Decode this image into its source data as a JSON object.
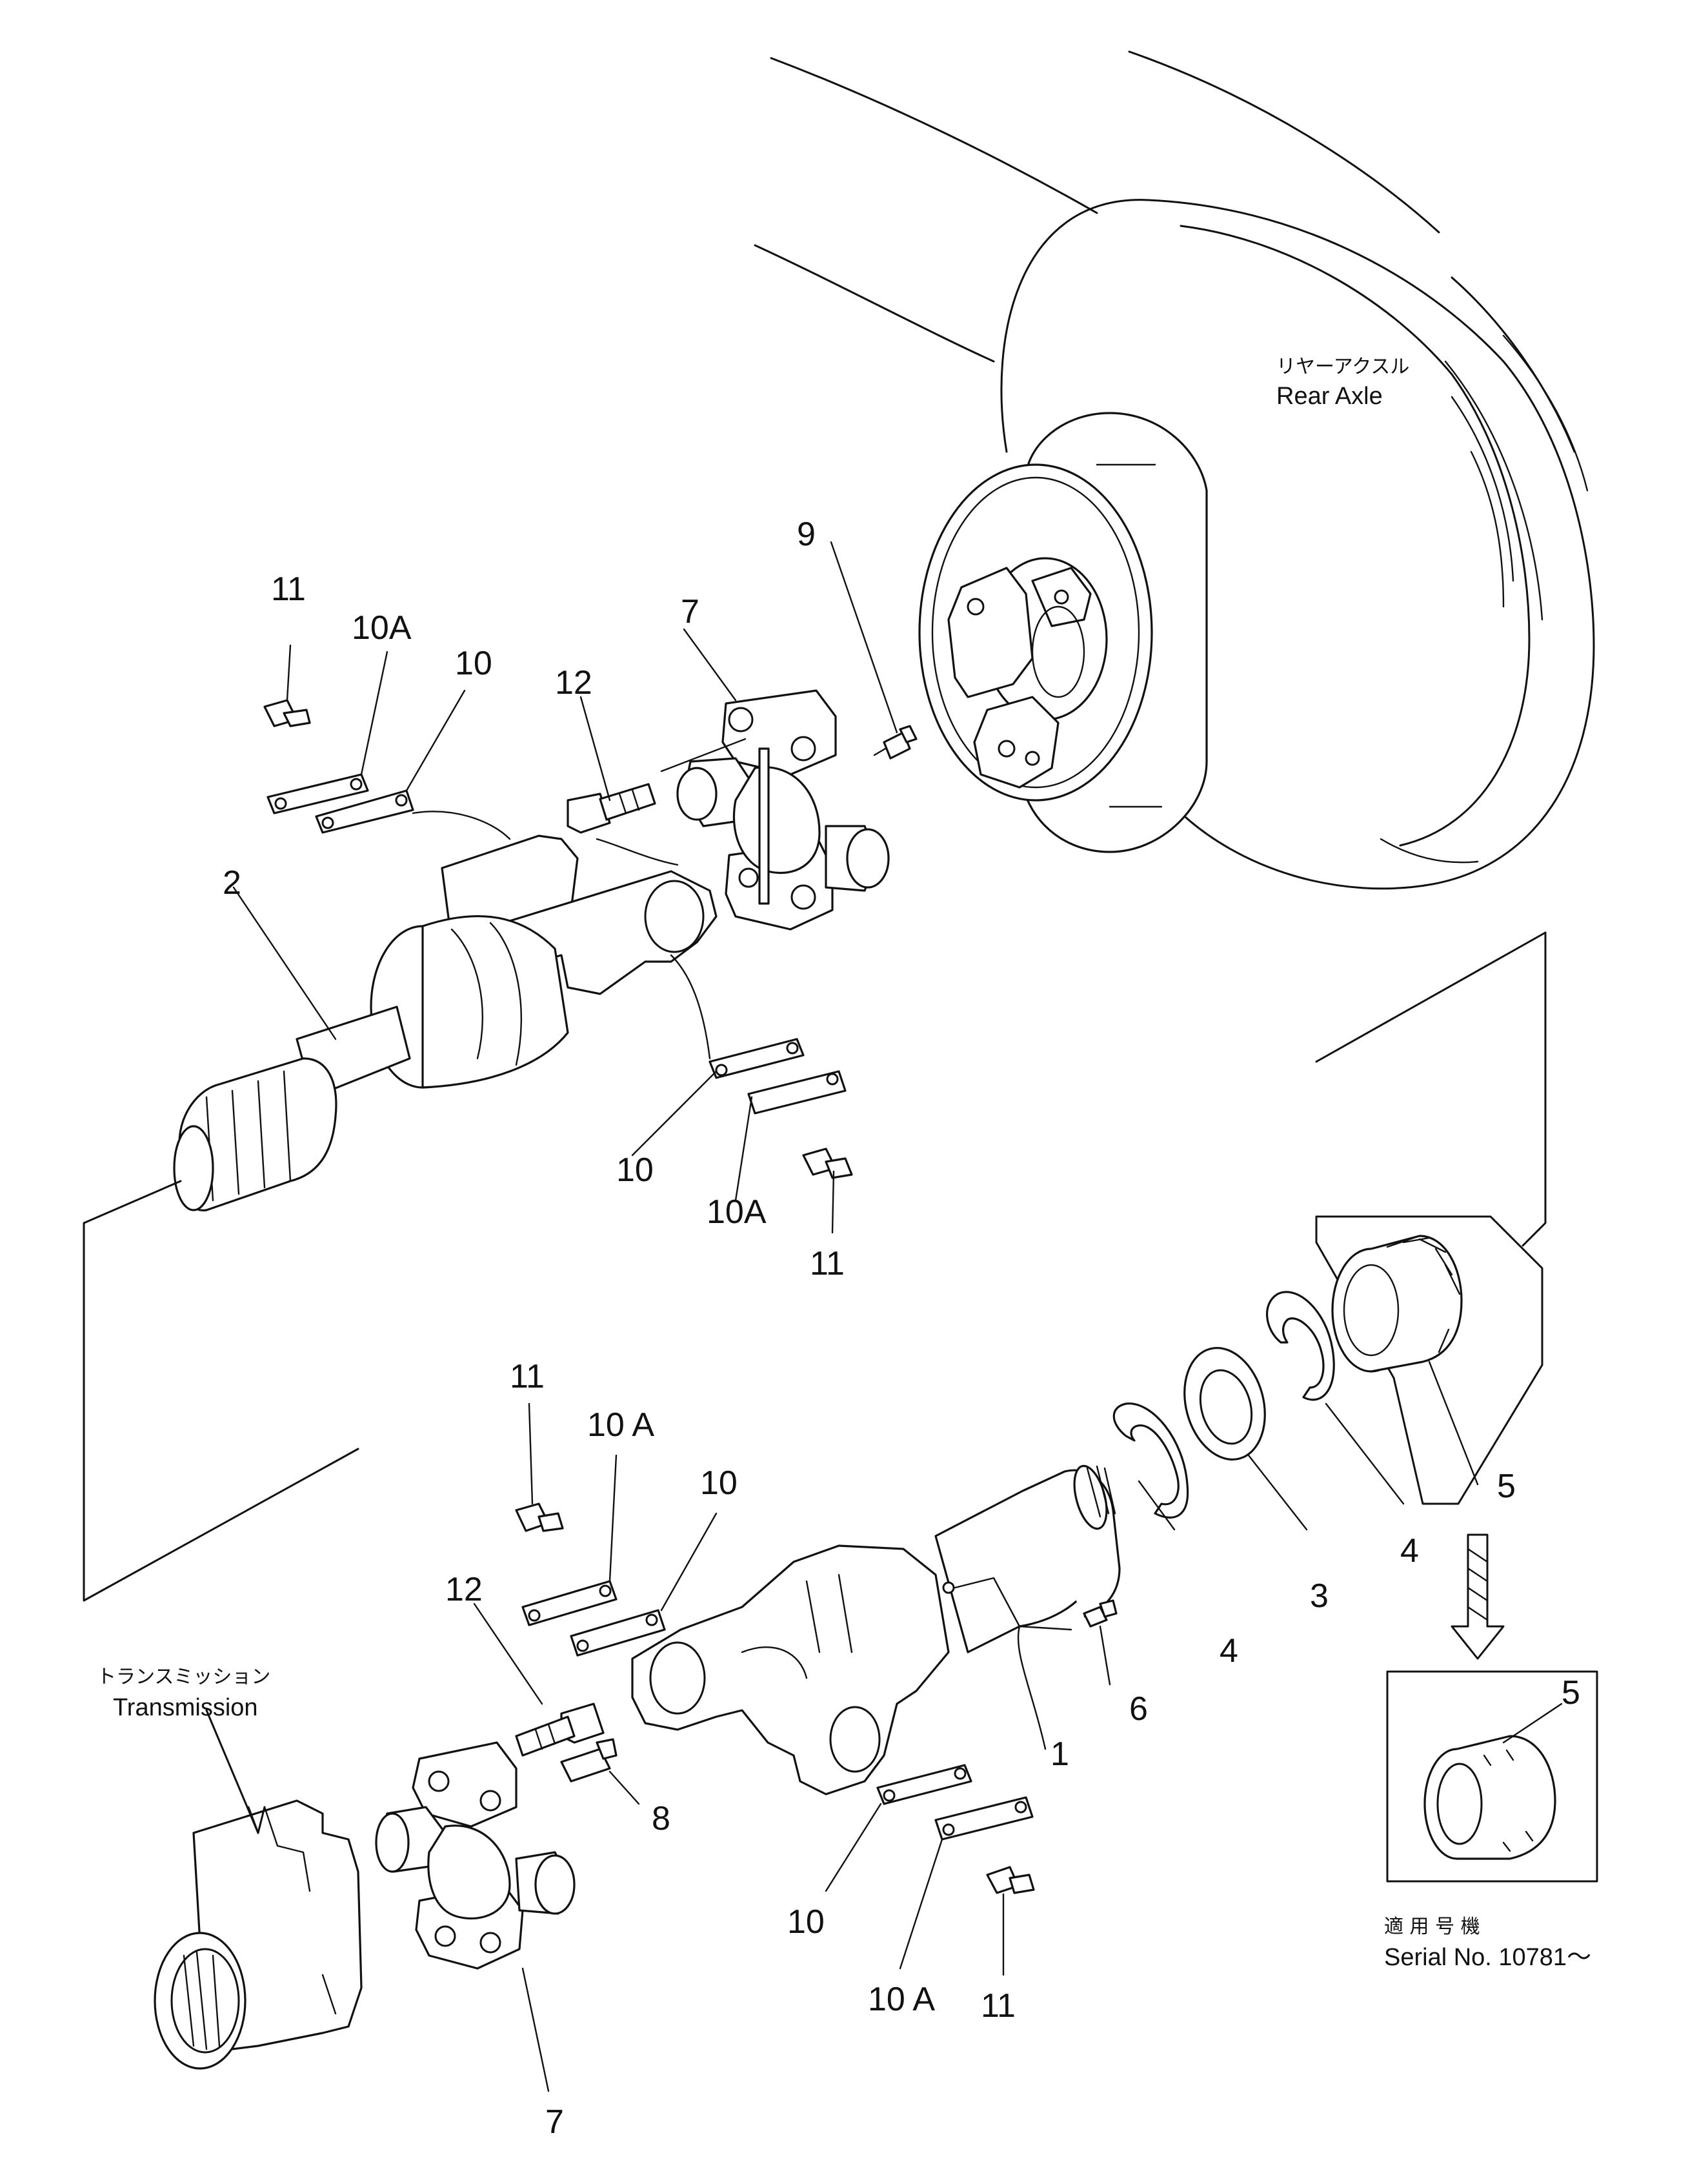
{
  "labels": {
    "rear_axle_jp": "リヤーアクスル",
    "rear_axle_en": "Rear  Axle",
    "transmission_jp": "トランスミッション",
    "transmission_en": "Transmission",
    "serial_jp": "適 用 号 機",
    "serial_en": "Serial No. 10781～"
  },
  "callouts": {
    "upper_11": "11",
    "upper_10a": "10A",
    "upper_10": "10",
    "upper_12": "12",
    "upper_7": "7",
    "upper_9": "9",
    "upper_2": "2",
    "upper_10_b": "10",
    "upper_10a_b": "10A",
    "upper_11_b": "11",
    "lower_11": "11",
    "lower_10a": "10 A",
    "lower_10": "10",
    "lower_12": "12",
    "lower_5": "5",
    "lower_4_a": "4",
    "lower_3": "3",
    "lower_4_b": "4",
    "lower_6": "6",
    "lower_1": "1",
    "lower_8": "8",
    "lower_10_b": "10",
    "lower_10a_b": "10 A",
    "lower_11_b": "11",
    "lower_7": "7",
    "inset_5": "5"
  }
}
